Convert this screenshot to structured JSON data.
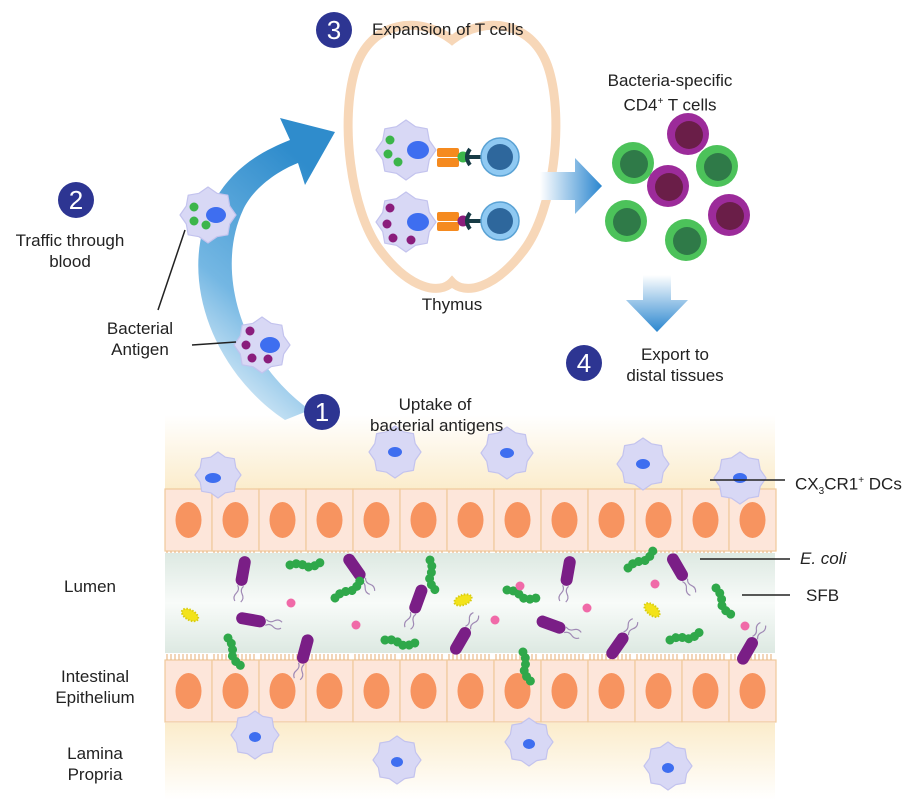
{
  "steps": [
    {
      "number": "1",
      "label_line1": "Uptake of",
      "label_line2": "bacterial antigens"
    },
    {
      "number": "2",
      "label_line1": "Traffic through",
      "label_line2": "blood"
    },
    {
      "number": "3",
      "label_line1": "Expansion of T cells",
      "label_line2": ""
    },
    {
      "number": "4",
      "label_line1": "Export to",
      "label_line2": "distal tissues"
    }
  ],
  "labels": {
    "bacterial_antigen_line1": "Bacterial",
    "bacterial_antigen_line2": "Antigen",
    "thymus": "Thymus",
    "tcells_line1": "Bacteria-specific",
    "tcells_line2_prefix": "CD4",
    "tcells_line2_sup": "+",
    "tcells_line2_suffix": " T cells",
    "dc_prefix": "CX",
    "dc_sub": "3",
    "dc_mid": "CR1",
    "dc_sup": "+",
    "dc_suffix": " DCs",
    "ecoli": "E. coli",
    "sfb": "SFB",
    "lumen": "Lumen",
    "epithelium_line1": "Intestinal",
    "epithelium_line2": "Epithelium",
    "lamina_line1": "Lamina",
    "lamina_line2": "Propria"
  },
  "colors": {
    "step_badge": "#2d3592",
    "arrow_blue": "#3a8fd0",
    "dc_fill": "#d8d8f5",
    "dc_nucleus": "#3e6ef0",
    "antigen_green": "#3bb54a",
    "antigen_purple": "#8a1d7c",
    "epithelial_cell": "#fde6da",
    "epithelial_nucleus": "#f79460",
    "lumen": "#e4efe8",
    "thymus_outline": "#f7d7b8",
    "tcell_green": "#4cc25a",
    "tcell_green_core": "#2f7a48",
    "tcell_purple": "#9c2b9a",
    "tcell_purple_core": "#6a1e48",
    "naive_tcell": "#8fc9f2",
    "naive_tcell_core": "#2e679c",
    "tcr_orange": "#f58a1f",
    "ecoli": "#7a1e86",
    "sfb": "#2fa84a",
    "yellow_bacterium": "#f3e31a",
    "pink_particle": "#f06aa8"
  }
}
